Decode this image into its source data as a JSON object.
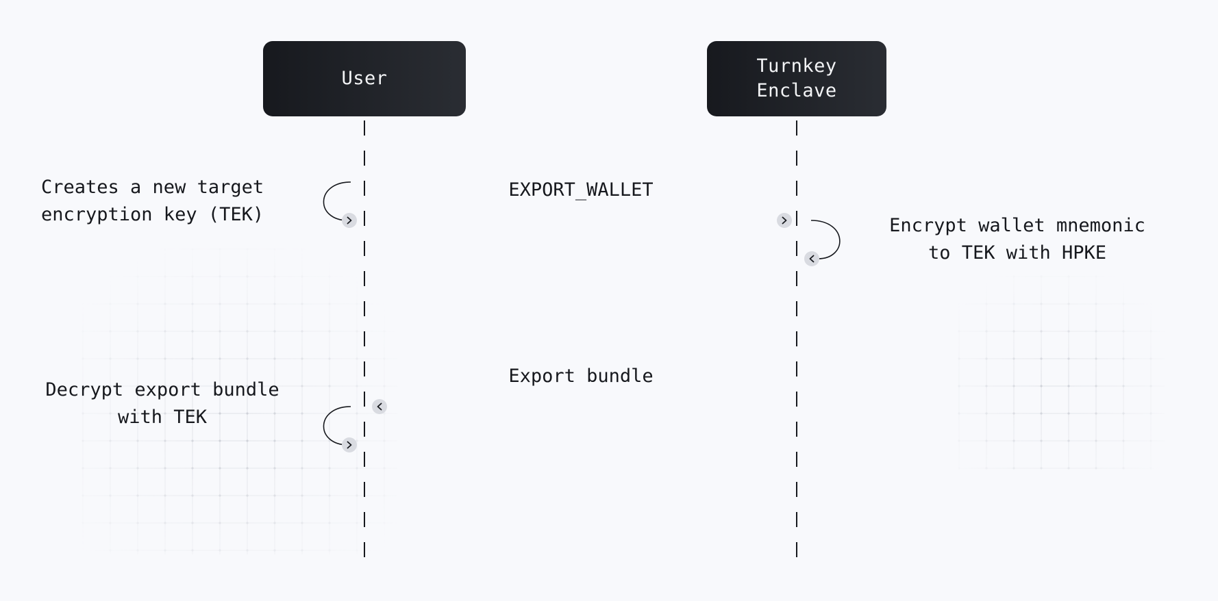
{
  "actors": {
    "user": "User",
    "enclave_line1": "Turnkey",
    "enclave_line2": "Enclave"
  },
  "messages": {
    "export_wallet": "EXPORT_WALLET",
    "export_bundle": "Export bundle"
  },
  "notes": {
    "create_tek_line1": "Creates a new target",
    "create_tek_line2": "encryption key (TEK)",
    "encrypt_line1": "Encrypt wallet mnemonic",
    "encrypt_line2": "to TEK with HPKE",
    "decrypt_line1": "Decrypt export bundle",
    "decrypt_line2": "with TEK"
  },
  "colors": {
    "background": "#f8f9fc",
    "actor_fill": "#1c1e23",
    "line": "#16181d",
    "arrow_badge": "#d9dbe1"
  }
}
